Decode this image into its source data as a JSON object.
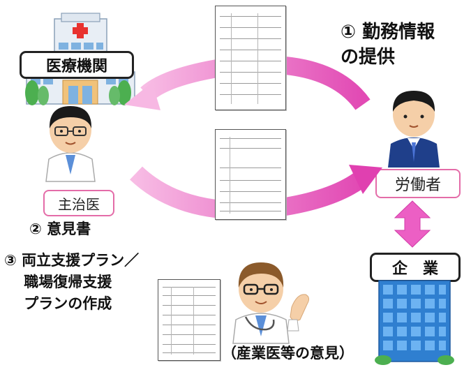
{
  "medical_institution": {
    "label": "医療機関"
  },
  "attending_physician": {
    "role": "主治医",
    "document": "② 意見書"
  },
  "worker": {
    "role": "労働者",
    "step": "① 勤務情報\nの提供"
  },
  "company": {
    "label": "企　業"
  },
  "plan": {
    "text": "③ 両立支援プラン／\n　 職場復帰支援\n　 プランの作成"
  },
  "occupational_physician": {
    "note": "（産業医等の意見）"
  },
  "colors": {
    "arrow_pink": "#e040b0",
    "arrow_light": "#f7b8e3",
    "box_border": "#222222",
    "role_border": "#e46ca8"
  }
}
